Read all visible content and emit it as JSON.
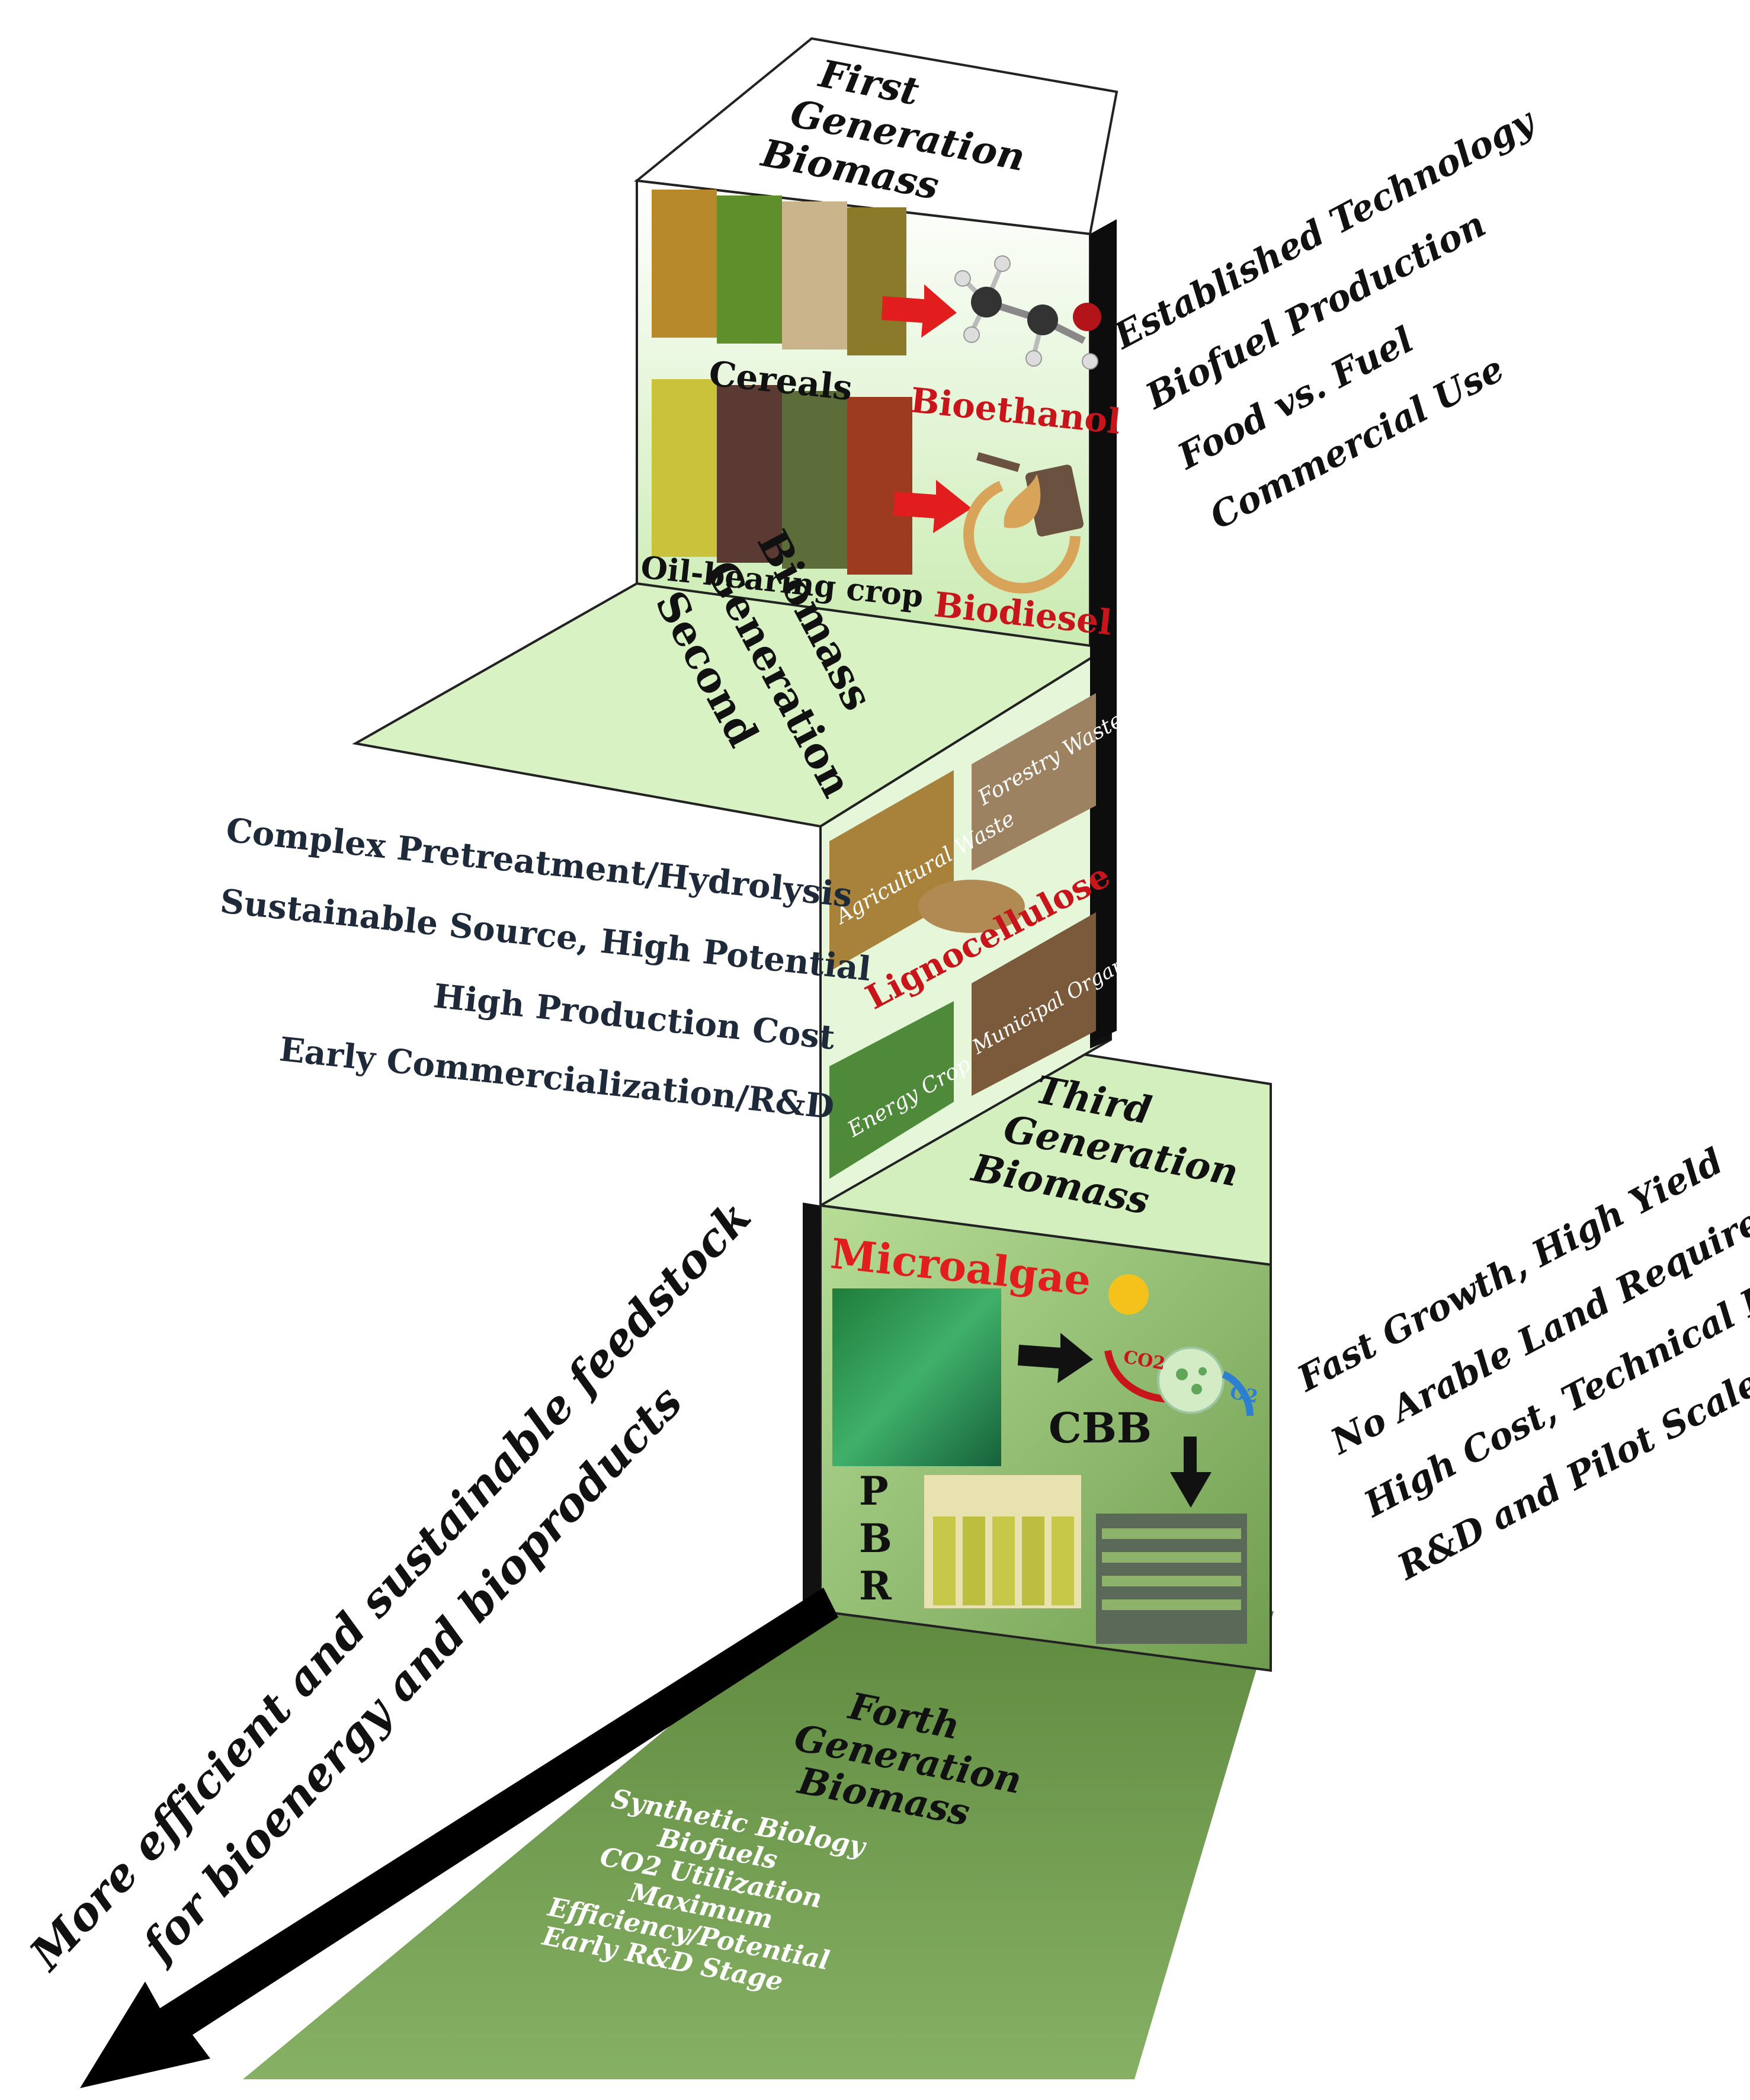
{
  "first": {
    "title": [
      "First",
      "Generation",
      "Biomass"
    ],
    "features": [
      "Established Technology",
      "Biofuel Production",
      "Food vs. Fuel",
      "Commercial Use"
    ],
    "cereals_label": "Cereals",
    "oil_label": "Oil-bearing crop",
    "bioethanol": "Bioethanol",
    "biodiesel": "Biodiesel"
  },
  "second": {
    "title": [
      "Second",
      "Generation",
      "Biomass"
    ],
    "features": [
      "Complex Pretreatment/Hydrolysis",
      "Sustainable Source, High Potential",
      "High Production Cost",
      "Early Commercialization/R&D"
    ],
    "lignocellulose": "Lignocellulose",
    "tiles": [
      "Agricultural Waste",
      "Forestry Waste",
      "Energy Crop",
      "Municipal Organic Waste"
    ]
  },
  "third": {
    "title": [
      "Third",
      "Generation",
      "Biomass"
    ],
    "features": [
      "Fast Growth, High Yield",
      "No Arable Land Required",
      "High Cost, Technical Barriers",
      "R&D and Pilot Scale"
    ],
    "microalgae": "Microalgae",
    "cbb": "CBB",
    "pbr": [
      "P",
      "B",
      "R"
    ],
    "co2": "CO2",
    "o2": "O2"
  },
  "fourth": {
    "title": [
      "Forth",
      "Generation",
      "Biomass"
    ],
    "features": [
      "Synthetic Biology",
      "Biofuels",
      "CO2 Utilization",
      "Maximum",
      "Efficiency/Potential",
      "Early R&D Stage"
    ]
  },
  "arrow_text": [
    "More efficient and sustainable feedstock",
    "for bioenergy and bioproducts"
  ],
  "colors": {
    "light_green": "#d9f2c4",
    "mid_green": "#a9cf86",
    "dark_green": "#6f9a4e",
    "red_label": "#c8151b",
    "arrow_red": "#e21d1d"
  }
}
